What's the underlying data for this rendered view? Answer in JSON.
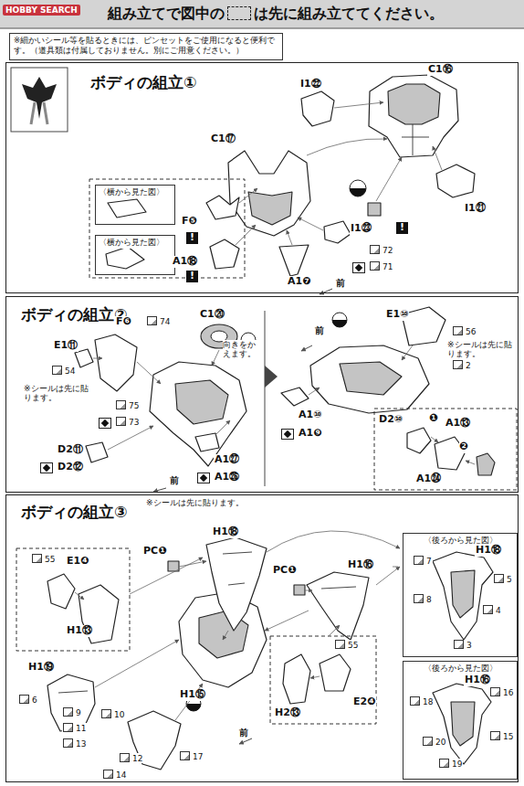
{
  "diagram": {
    "title": "組み立てで図中の　　は先に組み立ててください。",
    "nodes": [
      {
        "text": [
          "※細かいシール等を貼るときには、ピンセットをご使用になると便利です。（道具類は付属しておりません。別にご用意ください。）"
        ]
      },
      {
        "text": [
          "ボディの組立①"
        ]
      },
      {
        "text": [
          "〈横から見た図〉"
        ],
        "in": 1
      },
      {
        "text": [
          "〈横から見た図〉"
        ],
        "in": 1
      },
      {
        "text": [
          "ボディの組立②"
        ]
      },
      {
        "text": [
          "ボディの組立③"
        ]
      },
      {
        "text": [
          "〈後ろから見た図〉"
        ],
        "in": 5
      },
      {
        "text": [
          "〈後ろから見た図〉"
        ],
        "in": 5
      }
    ],
    "labels": [
      "HOBBY SEARCH",
      "I1㉒",
      "C1⑯",
      "C1⑰",
      "I1㉓",
      "!",
      "I1㉑",
      "F❺",
      "!",
      "A1⑱",
      "!",
      "72",
      "71",
      "A1❼",
      "前",
      "C1⑳",
      "F❻",
      "74",
      "E1⑪",
      "54",
      "※シールは先に貼ります。",
      "75",
      "73",
      "D2⑪",
      "D2⑫",
      "A1㉗",
      "A1㉖",
      "前",
      "向きをかえます。",
      "E1⑩",
      "56",
      "2",
      "前",
      "※シールは先に貼ります。",
      "A1⑩",
      "A1❾",
      "D2⑩",
      "❶",
      "A1⑬",
      "❷",
      "A1㉔",
      "※シールは先に貼ります。",
      "PC❶",
      "H1⑱",
      "PC❶",
      "H1⑯",
      "55",
      "E1❹",
      "H1⑬",
      "H1⑲",
      "6",
      "9",
      "10",
      "11",
      "13",
      "H1⑮",
      "12",
      "17",
      "14",
      "前",
      "55",
      "H2⑬",
      "E2❹",
      "H1⑱",
      "7",
      "5",
      "8",
      "4",
      "3",
      "H1⑯",
      "16",
      "18",
      "15",
      "20",
      "19"
    ]
  }
}
